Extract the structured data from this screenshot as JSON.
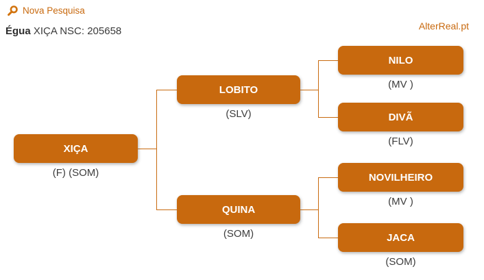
{
  "header": {
    "new_search_label": "Nova Pesquisa",
    "site_link": "AlterReal.pt",
    "subject": {
      "type_label": "Égua",
      "rest": "XIÇA NSC: 205658"
    }
  },
  "colors": {
    "accent": "#c8690e",
    "node_text": "#ffffff",
    "label_text": "#3c3c3c",
    "background": "#ffffff"
  },
  "tree": {
    "nodes": [
      {
        "id": "xica",
        "name": "XIÇA",
        "sub": "(F) (SOM)"
      },
      {
        "id": "lobito",
        "name": "LOBITO",
        "sub": "(SLV)"
      },
      {
        "id": "quina",
        "name": "QUINA",
        "sub": "(SOM)"
      },
      {
        "id": "nilo",
        "name": "NILO",
        "sub": "(MV )"
      },
      {
        "id": "diva",
        "name": "DIVÃ",
        "sub": "(FLV)"
      },
      {
        "id": "novilheiro",
        "name": "NOVILHEIRO",
        "sub": "(MV )"
      },
      {
        "id": "jaca",
        "name": "JACA",
        "sub": "(SOM)"
      }
    ]
  }
}
